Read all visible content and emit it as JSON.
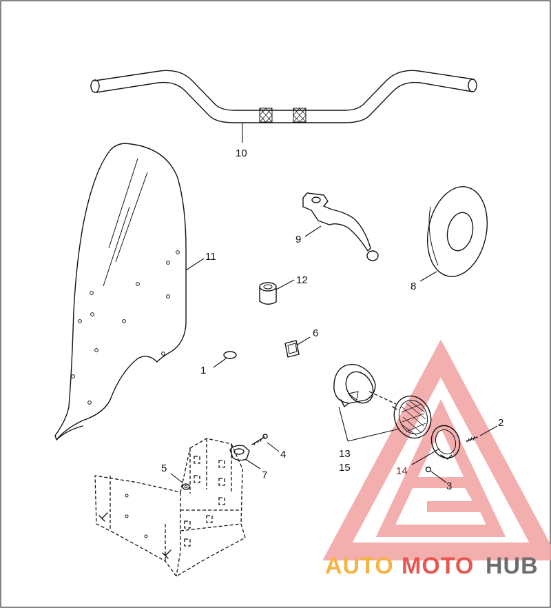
{
  "callouts": {
    "p1": "1",
    "p2": "2",
    "p3": "3",
    "p4": "4",
    "p5": "5",
    "p6": "6",
    "p7": "7",
    "p8": "8",
    "p9": "9",
    "p10": "10",
    "p11": "11",
    "p12": "12",
    "p13": "13",
    "p14": "14",
    "p15": "15"
  },
  "watermark": {
    "auto": "AUTO",
    "moto": "MOTO",
    "hub": "HUB"
  },
  "colors": {
    "line": "#111111",
    "watermark_red": "#e53935",
    "watermark_red_light": "#f4a3a3",
    "watermark_orange": "#f5a623",
    "watermark_gray": "#555555"
  }
}
